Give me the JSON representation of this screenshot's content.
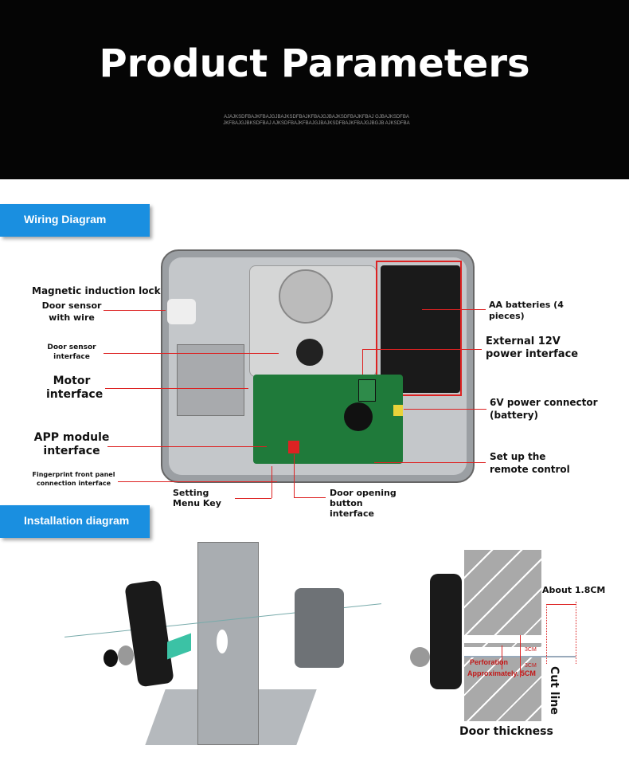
{
  "header": {
    "title": "Product Parameters",
    "filler_text": "AJAJKSDFBAJKFBAJGJBAJKSDFBAJKFBAJGJBAJKSDFBAJKFBAJ GJBAJKSDFBAJKFBAJGJBKSDFBAJ AJKSDFBAJKFBAJGJBAJKSDFBAJKFBAJGJBGJB AJKSDFBA"
  },
  "wiring": {
    "tab": "Wiring Diagram",
    "labels": {
      "magnetic": "Magnetic induction lock",
      "door_sensor_wire": "Door sensor with wire",
      "door_sensor_interface": "Door sensor interface",
      "motor": "Motor interface",
      "app": "APP module interface",
      "fingerprint": "Fingerprint front panel connection interface",
      "setting": "Setting Menu Key",
      "door_button": "Door opening button interface",
      "aa": "AA batteries (4 pieces)",
      "ext12v": "External 12V power interface",
      "v6": "6V power connector (battery)",
      "remote": "Set up the remote control"
    }
  },
  "install": {
    "tab": "Installation diagram",
    "about": "About 1.8CM",
    "perforation": "Perforation",
    "approx": "Approximately. 5CM",
    "cm1": "3CM",
    "cm2": "3CM",
    "cut": "Cut line",
    "door_thickness": "Door thickness"
  },
  "colors": {
    "accent": "#1a8fe0",
    "callout": "#dd2222"
  }
}
